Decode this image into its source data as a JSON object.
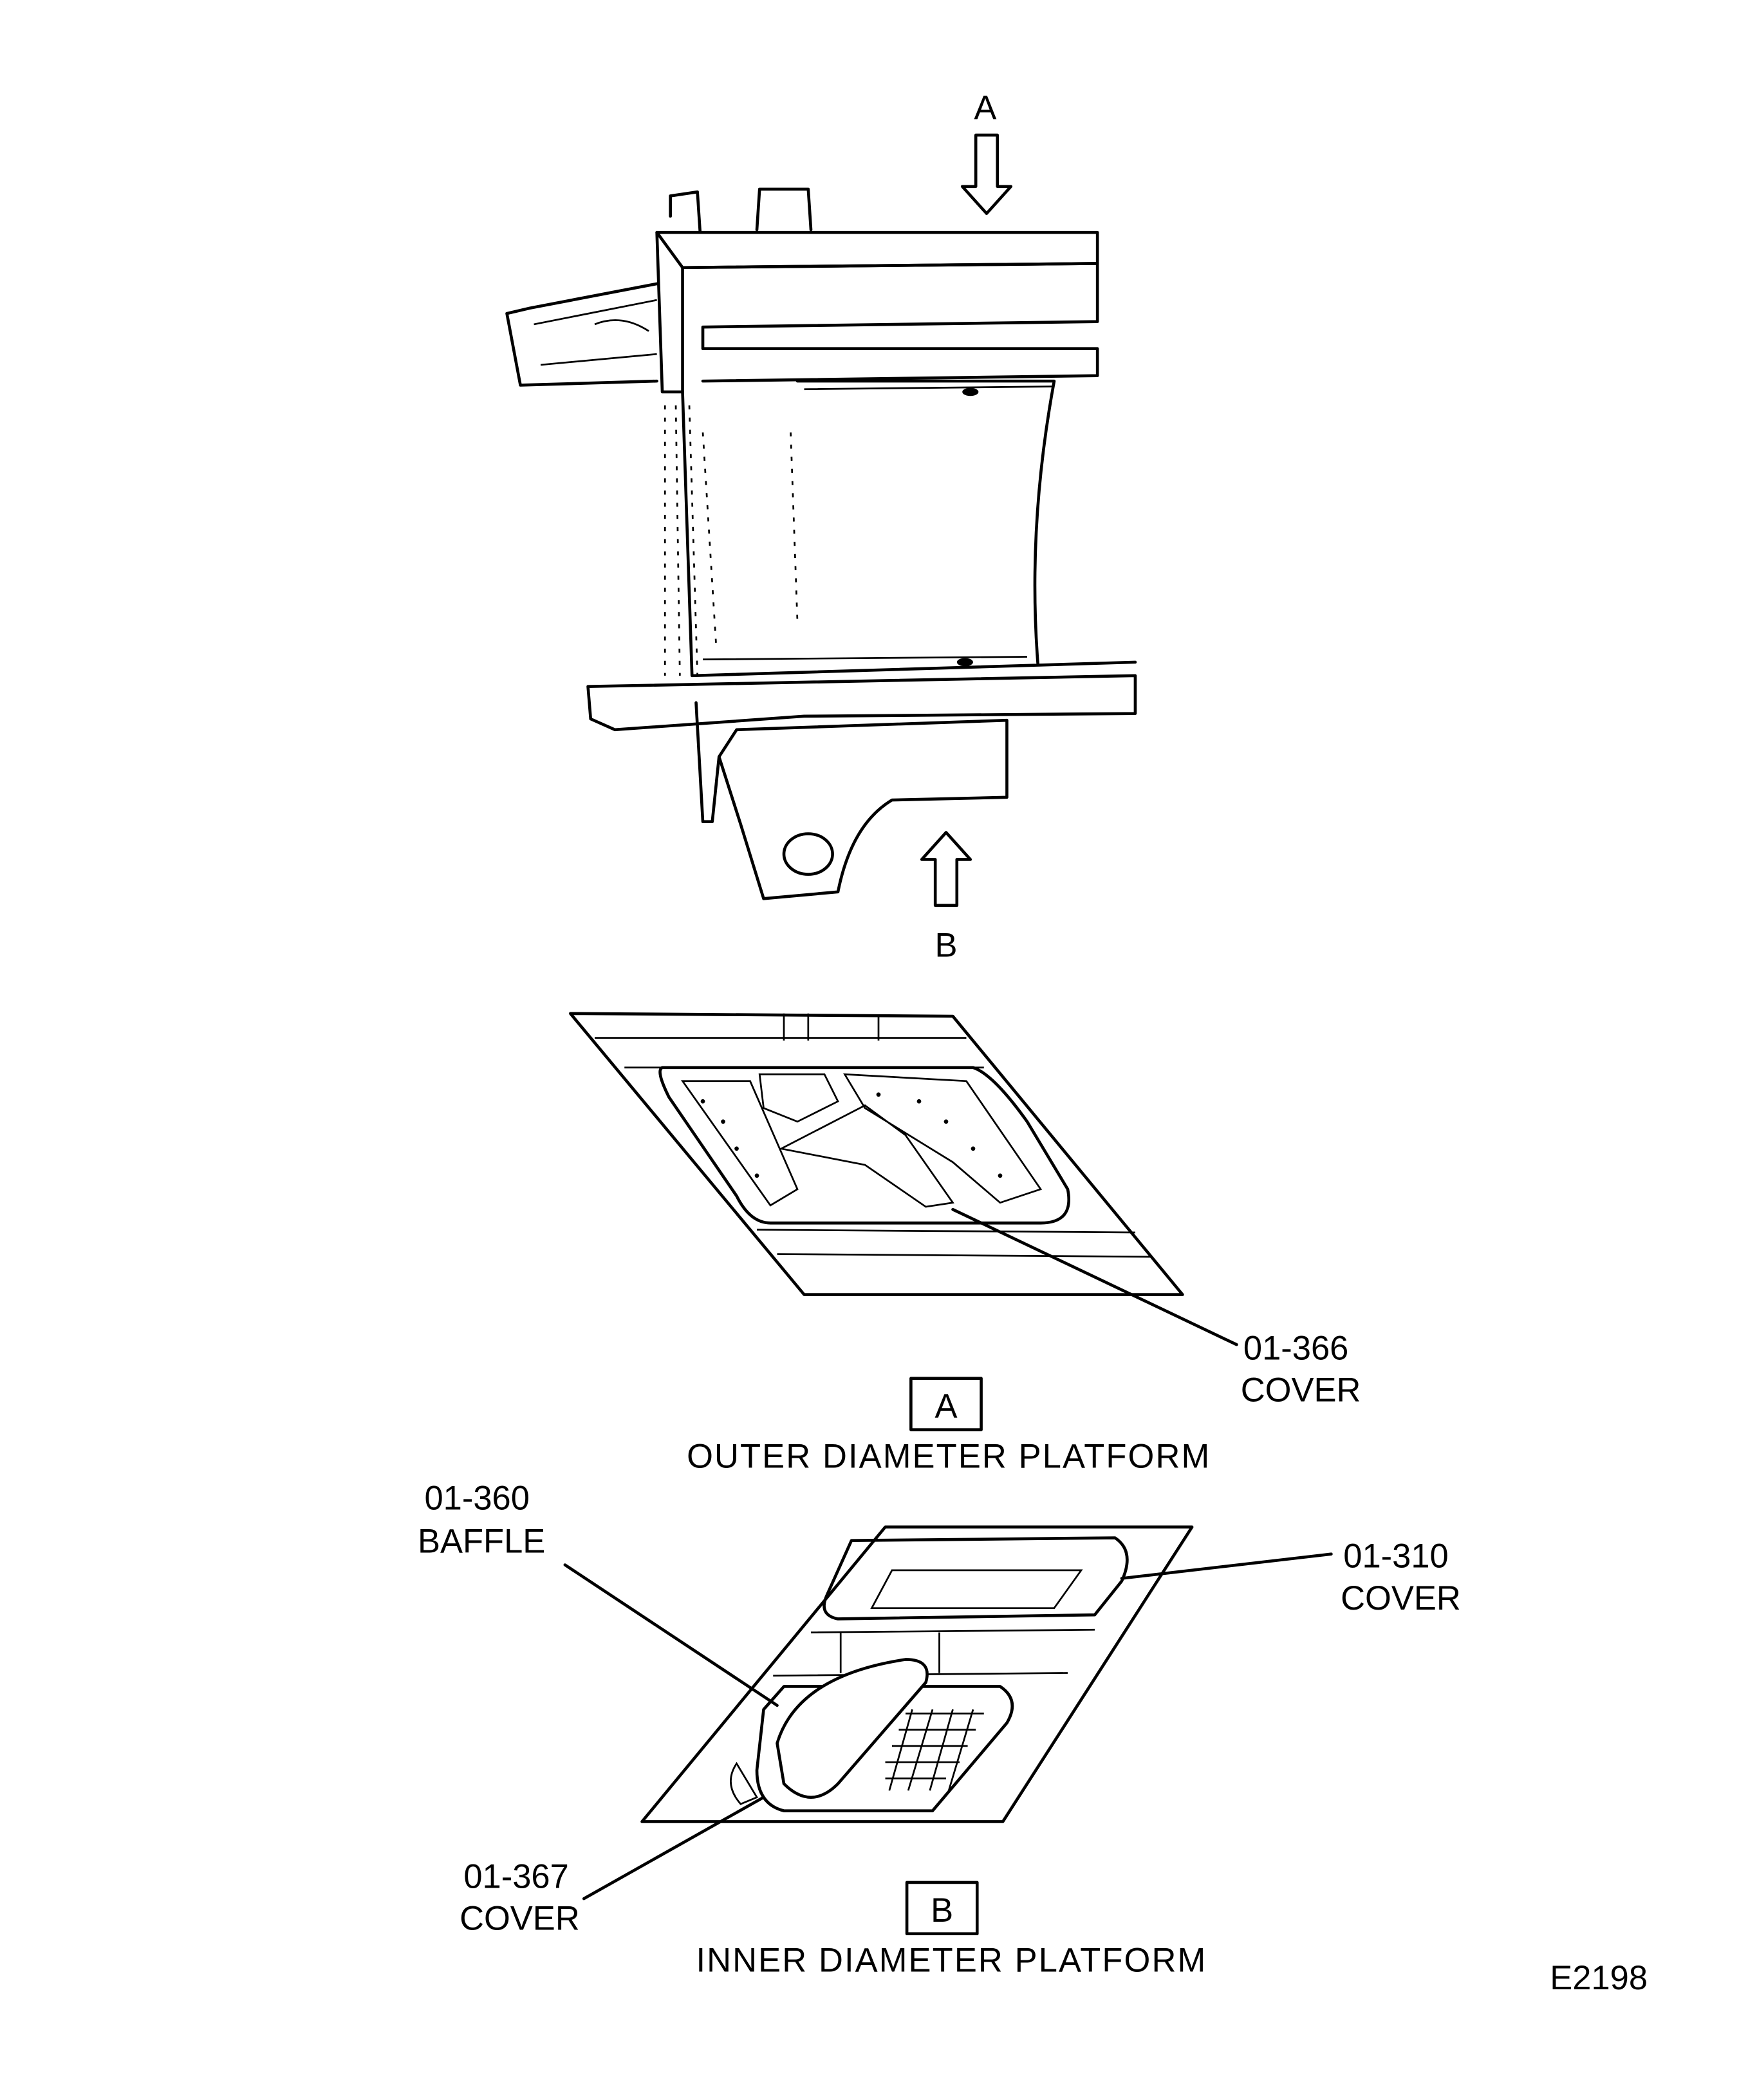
{
  "view_arrows": {
    "top": "A",
    "bottom": "B"
  },
  "detail_a": {
    "box_label": "A",
    "title": "OUTER DIAMETER PLATFORM",
    "callouts": [
      {
        "part": "01-366",
        "name": "COVER"
      }
    ]
  },
  "detail_b": {
    "box_label": "B",
    "title": "INNER DIAMETER PLATFORM",
    "callouts": [
      {
        "part": "01-360",
        "name": "BAFFLE"
      },
      {
        "part": "01-310",
        "name": "COVER"
      },
      {
        "part": "01-367",
        "name": "COVER"
      }
    ]
  },
  "figure_id": "E2198"
}
